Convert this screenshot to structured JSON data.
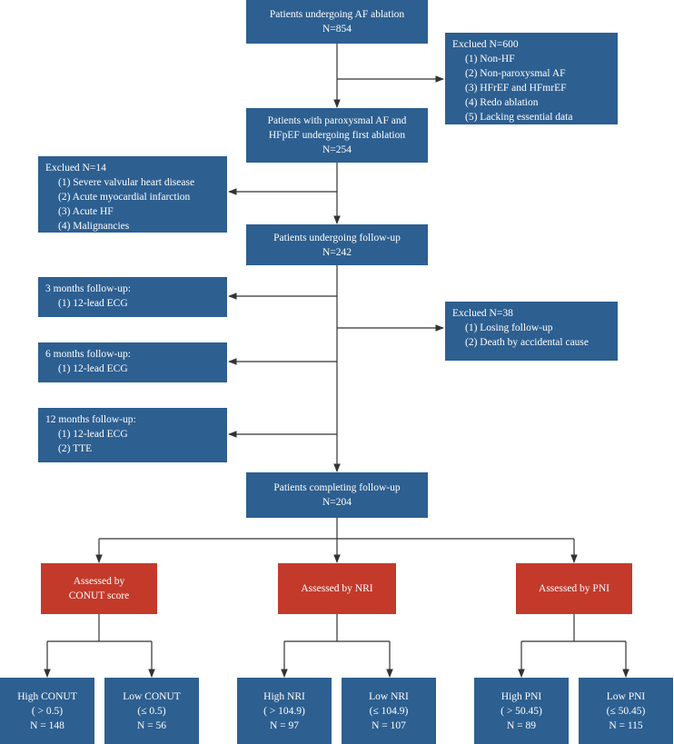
{
  "nodes": {
    "af_ablation": {
      "lines": [
        "Patients undergoing AF ablation",
        "N=854"
      ]
    },
    "excluded_600": {
      "title": "Exclued N=600",
      "items": [
        "(1) Non-HF",
        "(2) Non-paroxysmal AF",
        "(3) HFrEF and HFmrEF",
        "(4) Redo ablation",
        "(5) Lacking essential data"
      ]
    },
    "paroxysmal": {
      "lines": [
        "Patients with paroxysmal AF and",
        "HFpEF undergoing first ablation",
        "N=254"
      ]
    },
    "excluded_14": {
      "title": "Exclued N=14",
      "items": [
        "(1) Severe valvular heart disease",
        "(2) Acute myocardial infarction",
        "(3) Acute HF",
        "(4) Malignancies"
      ]
    },
    "followup": {
      "lines": [
        "Patients undergoing  follow-up",
        "N=242"
      ]
    },
    "m3": {
      "title": "3 months follow-up:",
      "items": [
        "(1) 12-lead ECG"
      ]
    },
    "excluded_38": {
      "title": "Exclued N=38",
      "items": [
        "(1) Losing follow-up",
        "(2) Death by accidental cause"
      ]
    },
    "m6": {
      "title": "6 months follow-up:",
      "items": [
        "(1) 12-lead ECG"
      ]
    },
    "m12": {
      "title": "12 months follow-up:",
      "items": [
        "(1) 12-lead ECG",
        "(2) TTE"
      ]
    },
    "completing": {
      "lines": [
        "Patients completing  follow-up",
        "N=204"
      ]
    },
    "conut": {
      "lines": [
        "Assessed by",
        "CONUT score"
      ]
    },
    "nri": {
      "lines": [
        "Assessed by NRI"
      ]
    },
    "pni": {
      "lines": [
        "Assessed by PNI"
      ]
    },
    "high_conut": {
      "lines": [
        "High CONUT",
        "( > 0.5)",
        "N = 148"
      ]
    },
    "low_conut": {
      "lines": [
        "Low CONUT",
        "(≤ 0.5)",
        "N = 56"
      ]
    },
    "high_nri": {
      "lines": [
        "High NRI",
        "( > 104.9)",
        "N = 97"
      ]
    },
    "low_nri": {
      "lines": [
        "Low NRI",
        "(≤ 104.9)",
        "N = 107"
      ]
    },
    "high_pni": {
      "lines": [
        "High PNI",
        "( > 50.45)",
        "N = 89"
      ]
    },
    "low_pni": {
      "lines": [
        "Low PNI",
        "(≤ 50.45)",
        "N = 115"
      ]
    }
  },
  "colors": {
    "box_blue": "#2d5f91",
    "box_red": "#c33a2b",
    "line": "#333333"
  }
}
